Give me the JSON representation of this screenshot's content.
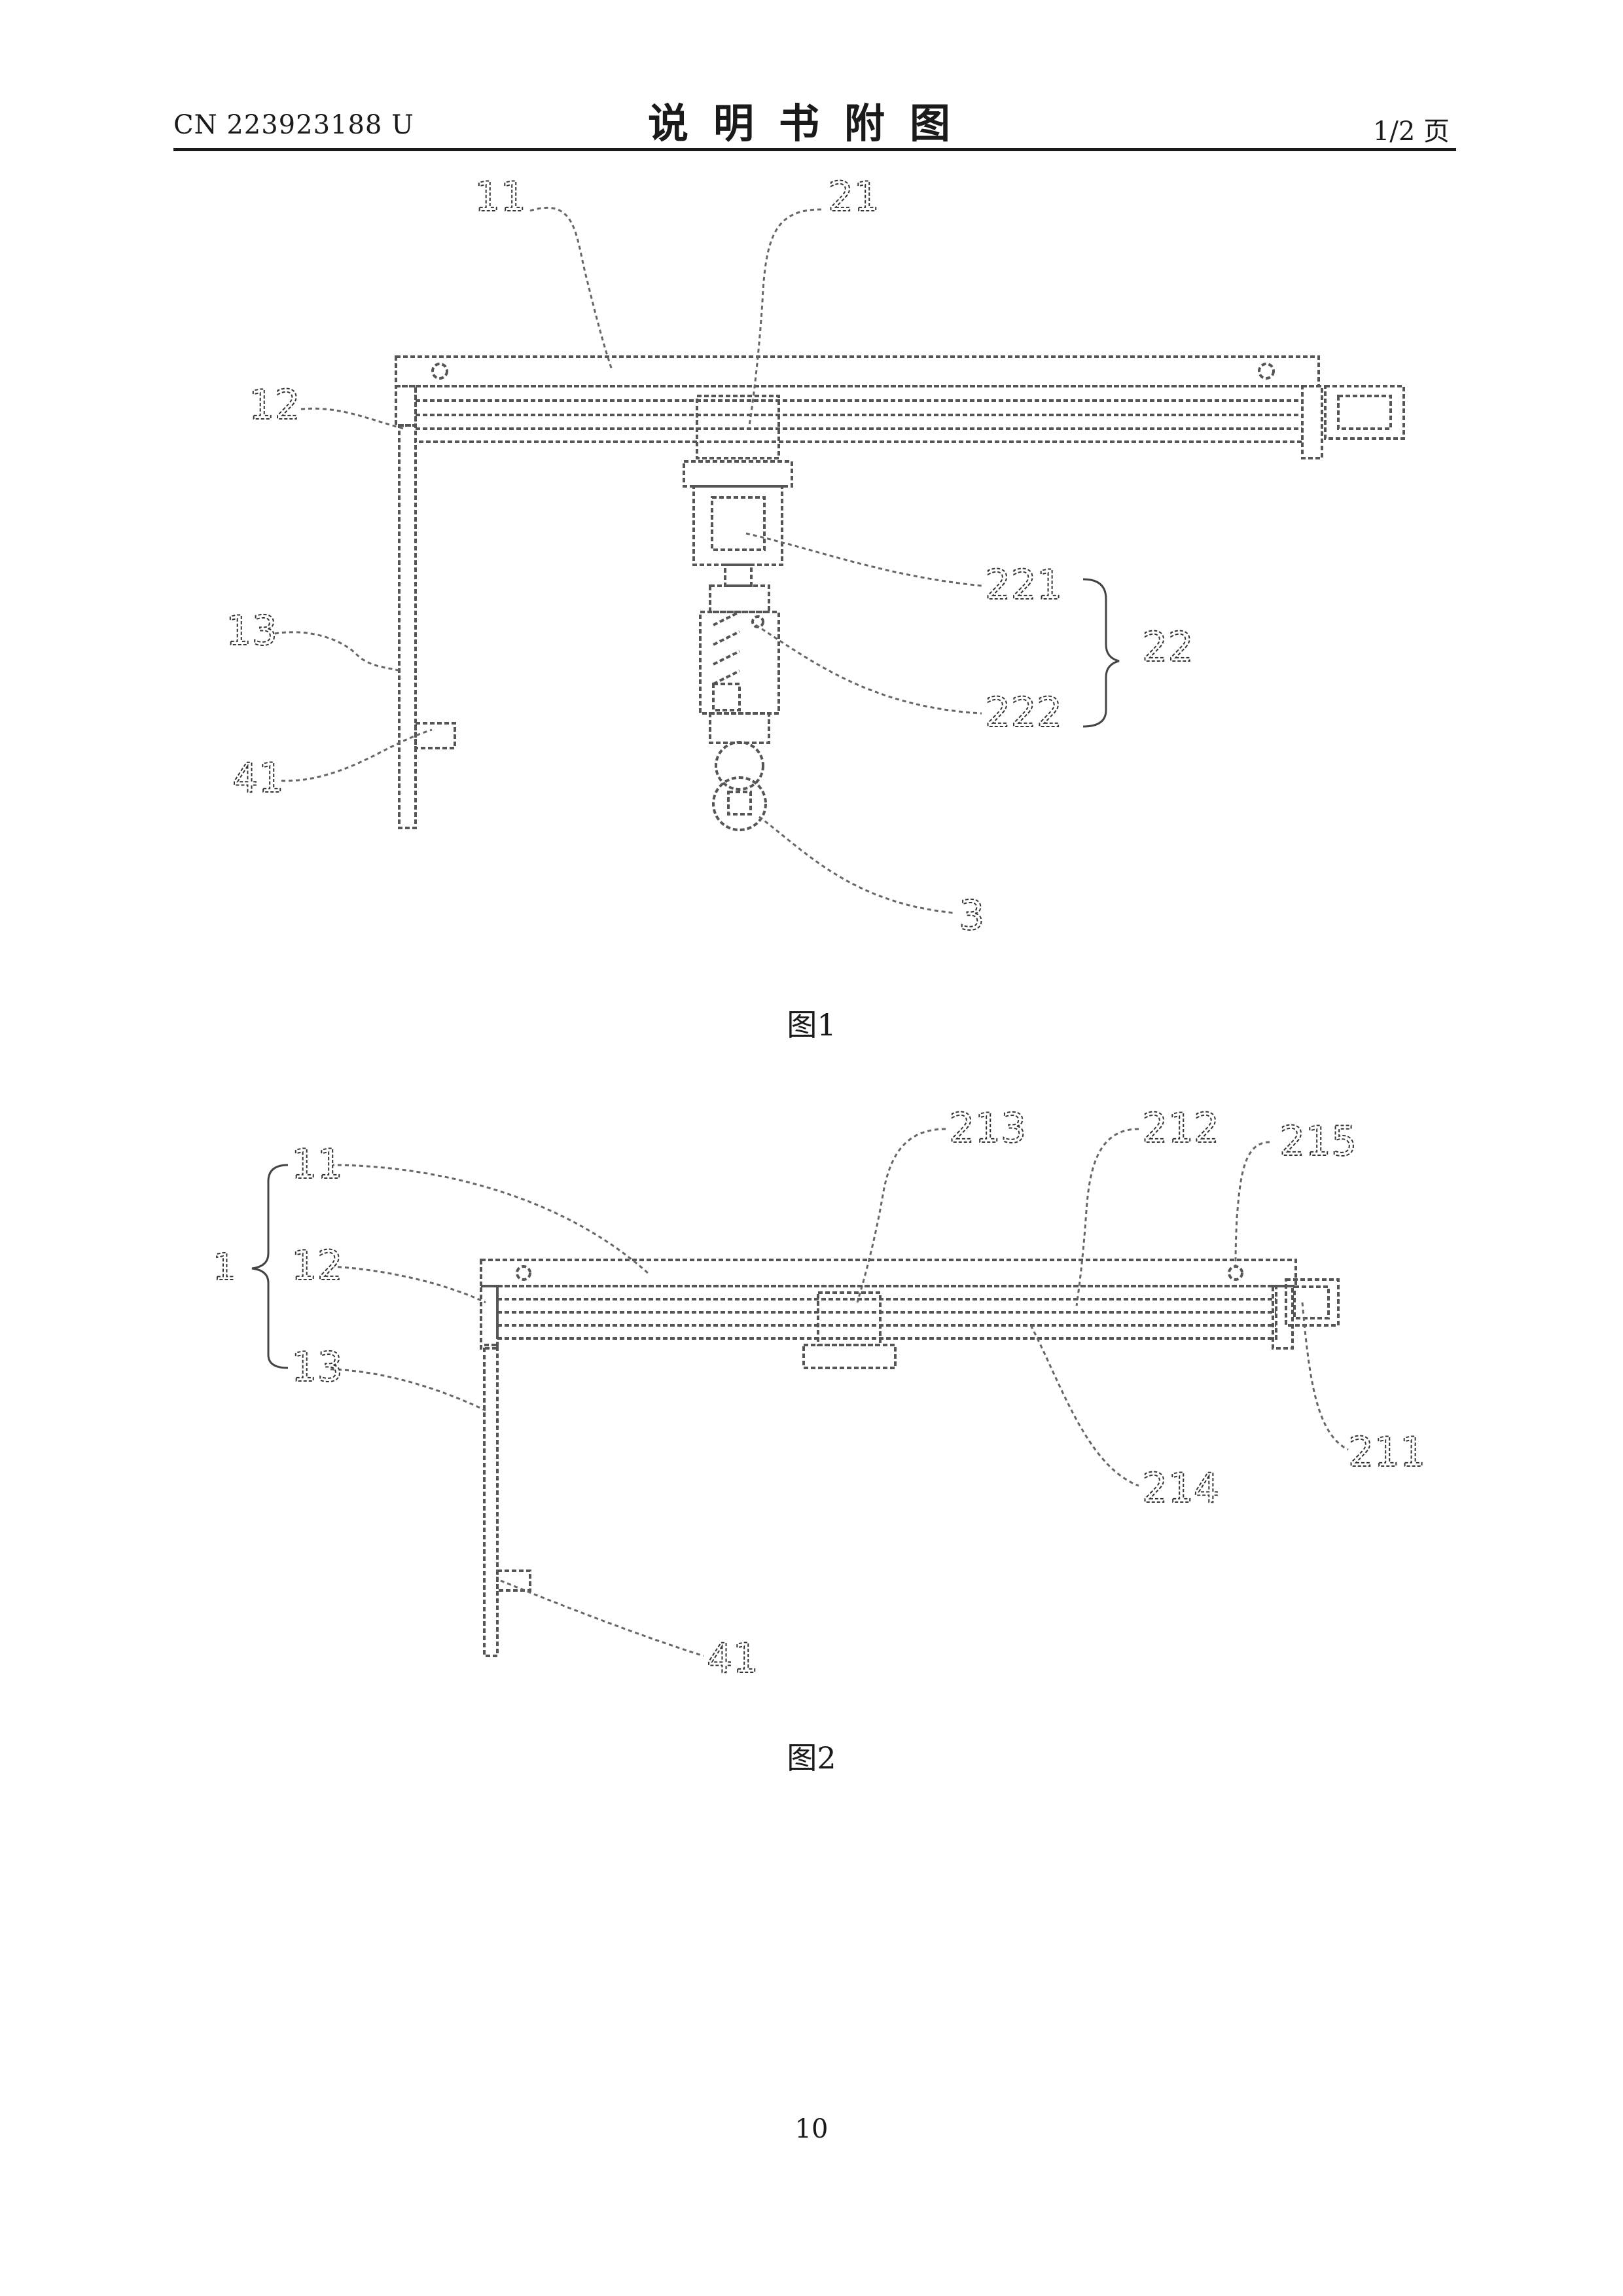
{
  "header": {
    "doc_number": "CN 223923188 U",
    "title": "说明书附图",
    "page_of": "1/2 页"
  },
  "figure1": {
    "caption": "图1",
    "labels": {
      "l11": "11",
      "l21": "21",
      "l12": "12",
      "l13": "13",
      "l221": "221",
      "l22": "22",
      "l222": "222",
      "l41": "41",
      "l3": "3"
    }
  },
  "figure2": {
    "caption": "图2",
    "labels": {
      "l1": "1",
      "l11": "11",
      "l12": "12",
      "l13": "13",
      "l213": "213",
      "l212": "212",
      "l215": "215",
      "l211": "211",
      "l214": "214",
      "l41": "41"
    }
  },
  "footer": {
    "page_number": "10"
  }
}
